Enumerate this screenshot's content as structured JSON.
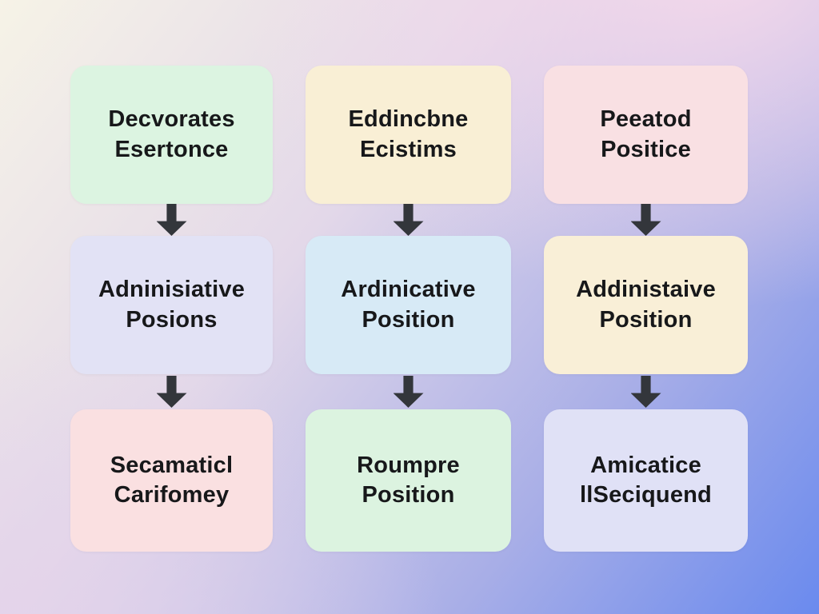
{
  "diagram": {
    "type": "flowchart-grid",
    "arrow_direction": "down",
    "palette": {
      "arrow_color": "#33363b",
      "text_color": "#17181a",
      "background_top_left": "#f5f2e6",
      "background_top_right": "#f5dcea",
      "background_bottom_left": "#e2d3e8",
      "background_bottom_right": "#6d8cec"
    },
    "columns": [
      {
        "boxes": [
          {
            "lines": [
              "Decvorates",
              "Esertonce"
            ],
            "color": "#dcf4e1"
          },
          {
            "lines": [
              "Adninisiative",
              "Posions"
            ],
            "color": "#e2e2f5"
          },
          {
            "lines": [
              "Secamaticl",
              "Carifomey"
            ],
            "color": "#fae0e1"
          }
        ]
      },
      {
        "boxes": [
          {
            "lines": [
              "Eddincbne",
              "Ecistims"
            ],
            "color": "#f9efd5"
          },
          {
            "lines": [
              "Ardinicative",
              "Position"
            ],
            "color": "#d7eaf6"
          },
          {
            "lines": [
              "Roumpre",
              "Position"
            ],
            "color": "#dcf3e0"
          }
        ]
      },
      {
        "boxes": [
          {
            "lines": [
              "Peeatod",
              "Positice"
            ],
            "color": "#f9e0e3"
          },
          {
            "lines": [
              "Addinistaive",
              "Position"
            ],
            "color": "#f9efd7"
          },
          {
            "lines": [
              "Amicatice",
              "llSeciquend"
            ],
            "color": "#e0e1f6"
          }
        ]
      }
    ]
  }
}
